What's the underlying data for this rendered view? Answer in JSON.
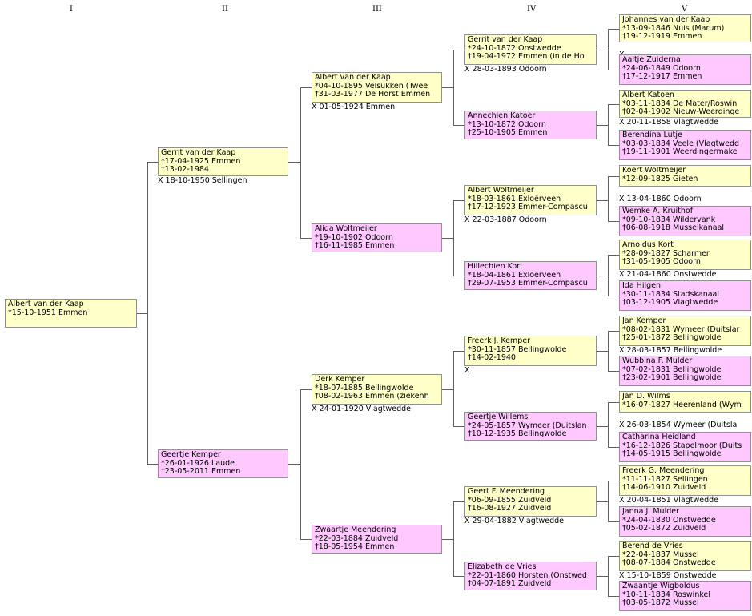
{
  "generations": [
    "I",
    "II",
    "III",
    "IV",
    "V"
  ],
  "persons": {
    "p1": {
      "name": "Albert van der Kaap",
      "birth": "*15-10-1951 Emmen",
      "death": ""
    },
    "p2": {
      "name": "Gerrit van der Kaap",
      "birth": "*17-04-1925 Emmen",
      "death": "†13-02-1984"
    },
    "p3": {
      "name": "Geertje Kemper",
      "birth": "*26-01-1926 Laude",
      "death": "†23-05-2011 Emmen"
    },
    "p4": {
      "name": "Albert van der Kaap",
      "birth": "*04-10-1895 Velsukken (Twee",
      "death": "†31-03-1977 De Horst Emmen"
    },
    "p5": {
      "name": "Alida Woltmeijer",
      "birth": "*19-10-1902 Odoorn",
      "death": "†16-11-1985 Emmen"
    },
    "p6": {
      "name": "Derk Kemper",
      "birth": "*18-07-1885 Bellingwolde",
      "death": "†08-02-1963 Emmen (ziekenh"
    },
    "p7": {
      "name": "Zwaartje Meendering",
      "birth": "*22-03-1884 Zuidveld",
      "death": "†18-05-1954 Emmen"
    },
    "p8": {
      "name": "Gerrit van der Kaap",
      "birth": "*24-10-1872 Onstwedde",
      "death": "†19-04-1972 Emmen (in de Ho"
    },
    "p9": {
      "name": "Annechien Katoer",
      "birth": "*13-10-1872 Odoorn",
      "death": "†25-10-1905 Emmen"
    },
    "p10": {
      "name": "Albert Woltmeijer",
      "birth": "*18-03-1861 Exloërveen",
      "death": "†17-12-1923 Emmer-Compascu"
    },
    "p11": {
      "name": "Hillechien Kort",
      "birth": "*18-04-1861 Exloërveen",
      "death": "†29-07-1953 Emmer-Compascu"
    },
    "p12": {
      "name": "Freerk J. Kemper",
      "birth": "*30-11-1857 Bellingwolde",
      "death": "†14-02-1940"
    },
    "p13": {
      "name": "Geertje Willems",
      "birth": "*24-05-1857 Wymeer (Duitslan",
      "death": "†10-12-1935 Bellingwolde"
    },
    "p14": {
      "name": "Geert F. Meendering",
      "birth": "*06-09-1855 Zuidveld",
      "death": "†16-08-1927 Zuidveld"
    },
    "p15": {
      "name": "Elizabeth de Vries",
      "birth": "*22-01-1860 Horsten (Onstwed",
      "death": "†04-07-1891 Zuidveld"
    },
    "p16": {
      "name": "Johannes van der Kaap",
      "birth": "*13-09-1846 Nuis (Marum)",
      "death": "†19-12-1919 Emmen"
    },
    "p17": {
      "name": "Aaltje Zuiderna",
      "birth": "*24-06-1849 Odoorn",
      "death": "†17-12-1917 Emmen"
    },
    "p18": {
      "name": "Albert Katoen",
      "birth": "*03-11-1834 De Mater/Roswin",
      "death": "†02-04-1902 Nieuw-Weerdinge"
    },
    "p19": {
      "name": "Berendina Lutje",
      "birth": "*03-03-1834 Veele (Vlagtwedd",
      "death": "†19-11-1901 Weerdingermake"
    },
    "p20": {
      "name": "Koert Woltmeijer",
      "birth": "*12-09-1825 Gieten",
      "death": ""
    },
    "p21": {
      "name": "Wemke A. Kruithof",
      "birth": "*09-10-1834 Wildervank",
      "death": "†06-08-1918 Musselkanaal"
    },
    "p22": {
      "name": "Arnoldus Kort",
      "birth": "*28-09-1827 Scharmer",
      "death": "†31-05-1905 Odoorn"
    },
    "p23": {
      "name": "Ida Hilgen",
      "birth": "*30-11-1834 Stadskanaal",
      "death": "†03-12-1905 Vlagtwedde"
    },
    "p24": {
      "name": "Jan Kemper",
      "birth": "*08-02-1831 Wymeer (Duitslar",
      "death": "†25-01-1872 Bellingwolde"
    },
    "p25": {
      "name": "Wubbina F. Mulder",
      "birth": "*07-02-1831 Bellingwolde",
      "death": "†23-02-1901 Bellingwolde"
    },
    "p26": {
      "name": "Jan D. Wilms",
      "birth": "*16-07-1827 Heerenland (Wym",
      "death": ""
    },
    "p27": {
      "name": "Catharina Heidland",
      "birth": "*16-12-1826 Stapelmoor (Duits",
      "death": "†14-05-1915 Bellingwolde"
    },
    "p28": {
      "name": "Freerk G. Meendering",
      "birth": "*11-11-1827 Sellingen",
      "death": "†14-06-1910 Zuidveld"
    },
    "p29": {
      "name": "Janna J. Mulder",
      "birth": "*24-04-1830 Onstwedde",
      "death": "†05-02-1872 Zuidveld"
    },
    "p30": {
      "name": "Berend de Vries",
      "birth": "*22-04-1837 Mussel",
      "death": "†08-07-1884 Onstwedde"
    },
    "p31": {
      "name": "Zwaantje Wigboldus",
      "birth": "*10-11-1834 Roswinkel",
      "death": "†03-05-1872 Mussel"
    }
  },
  "marriages": {
    "p2": "X 18-10-1950 Sellingen",
    "p4": "X 01-05-1924 Emmen",
    "p6": "X 24-01-1920 Vlagtwedde",
    "p8": "X 28-03-1893 Odoorn",
    "p10": "X 22-03-1887 Odoorn",
    "p12": "X",
    "p14": "X 29-04-1882 Vlagtwedde",
    "p16": "X",
    "p18": "X 20-11-1858 Vlagtwedde",
    "p20": "X 13-04-1860 Odoorn",
    "p22": "X 21-04-1860 Onstwedde",
    "p24": "X 28-03-1857 Bellingwolde",
    "p26": "X 26-03-1854 Wymeer (Duitsla",
    "p28": "X 20-04-1851 Vlagtwedde",
    "p30": "X 15-10-1859 Onstwedde"
  }
}
